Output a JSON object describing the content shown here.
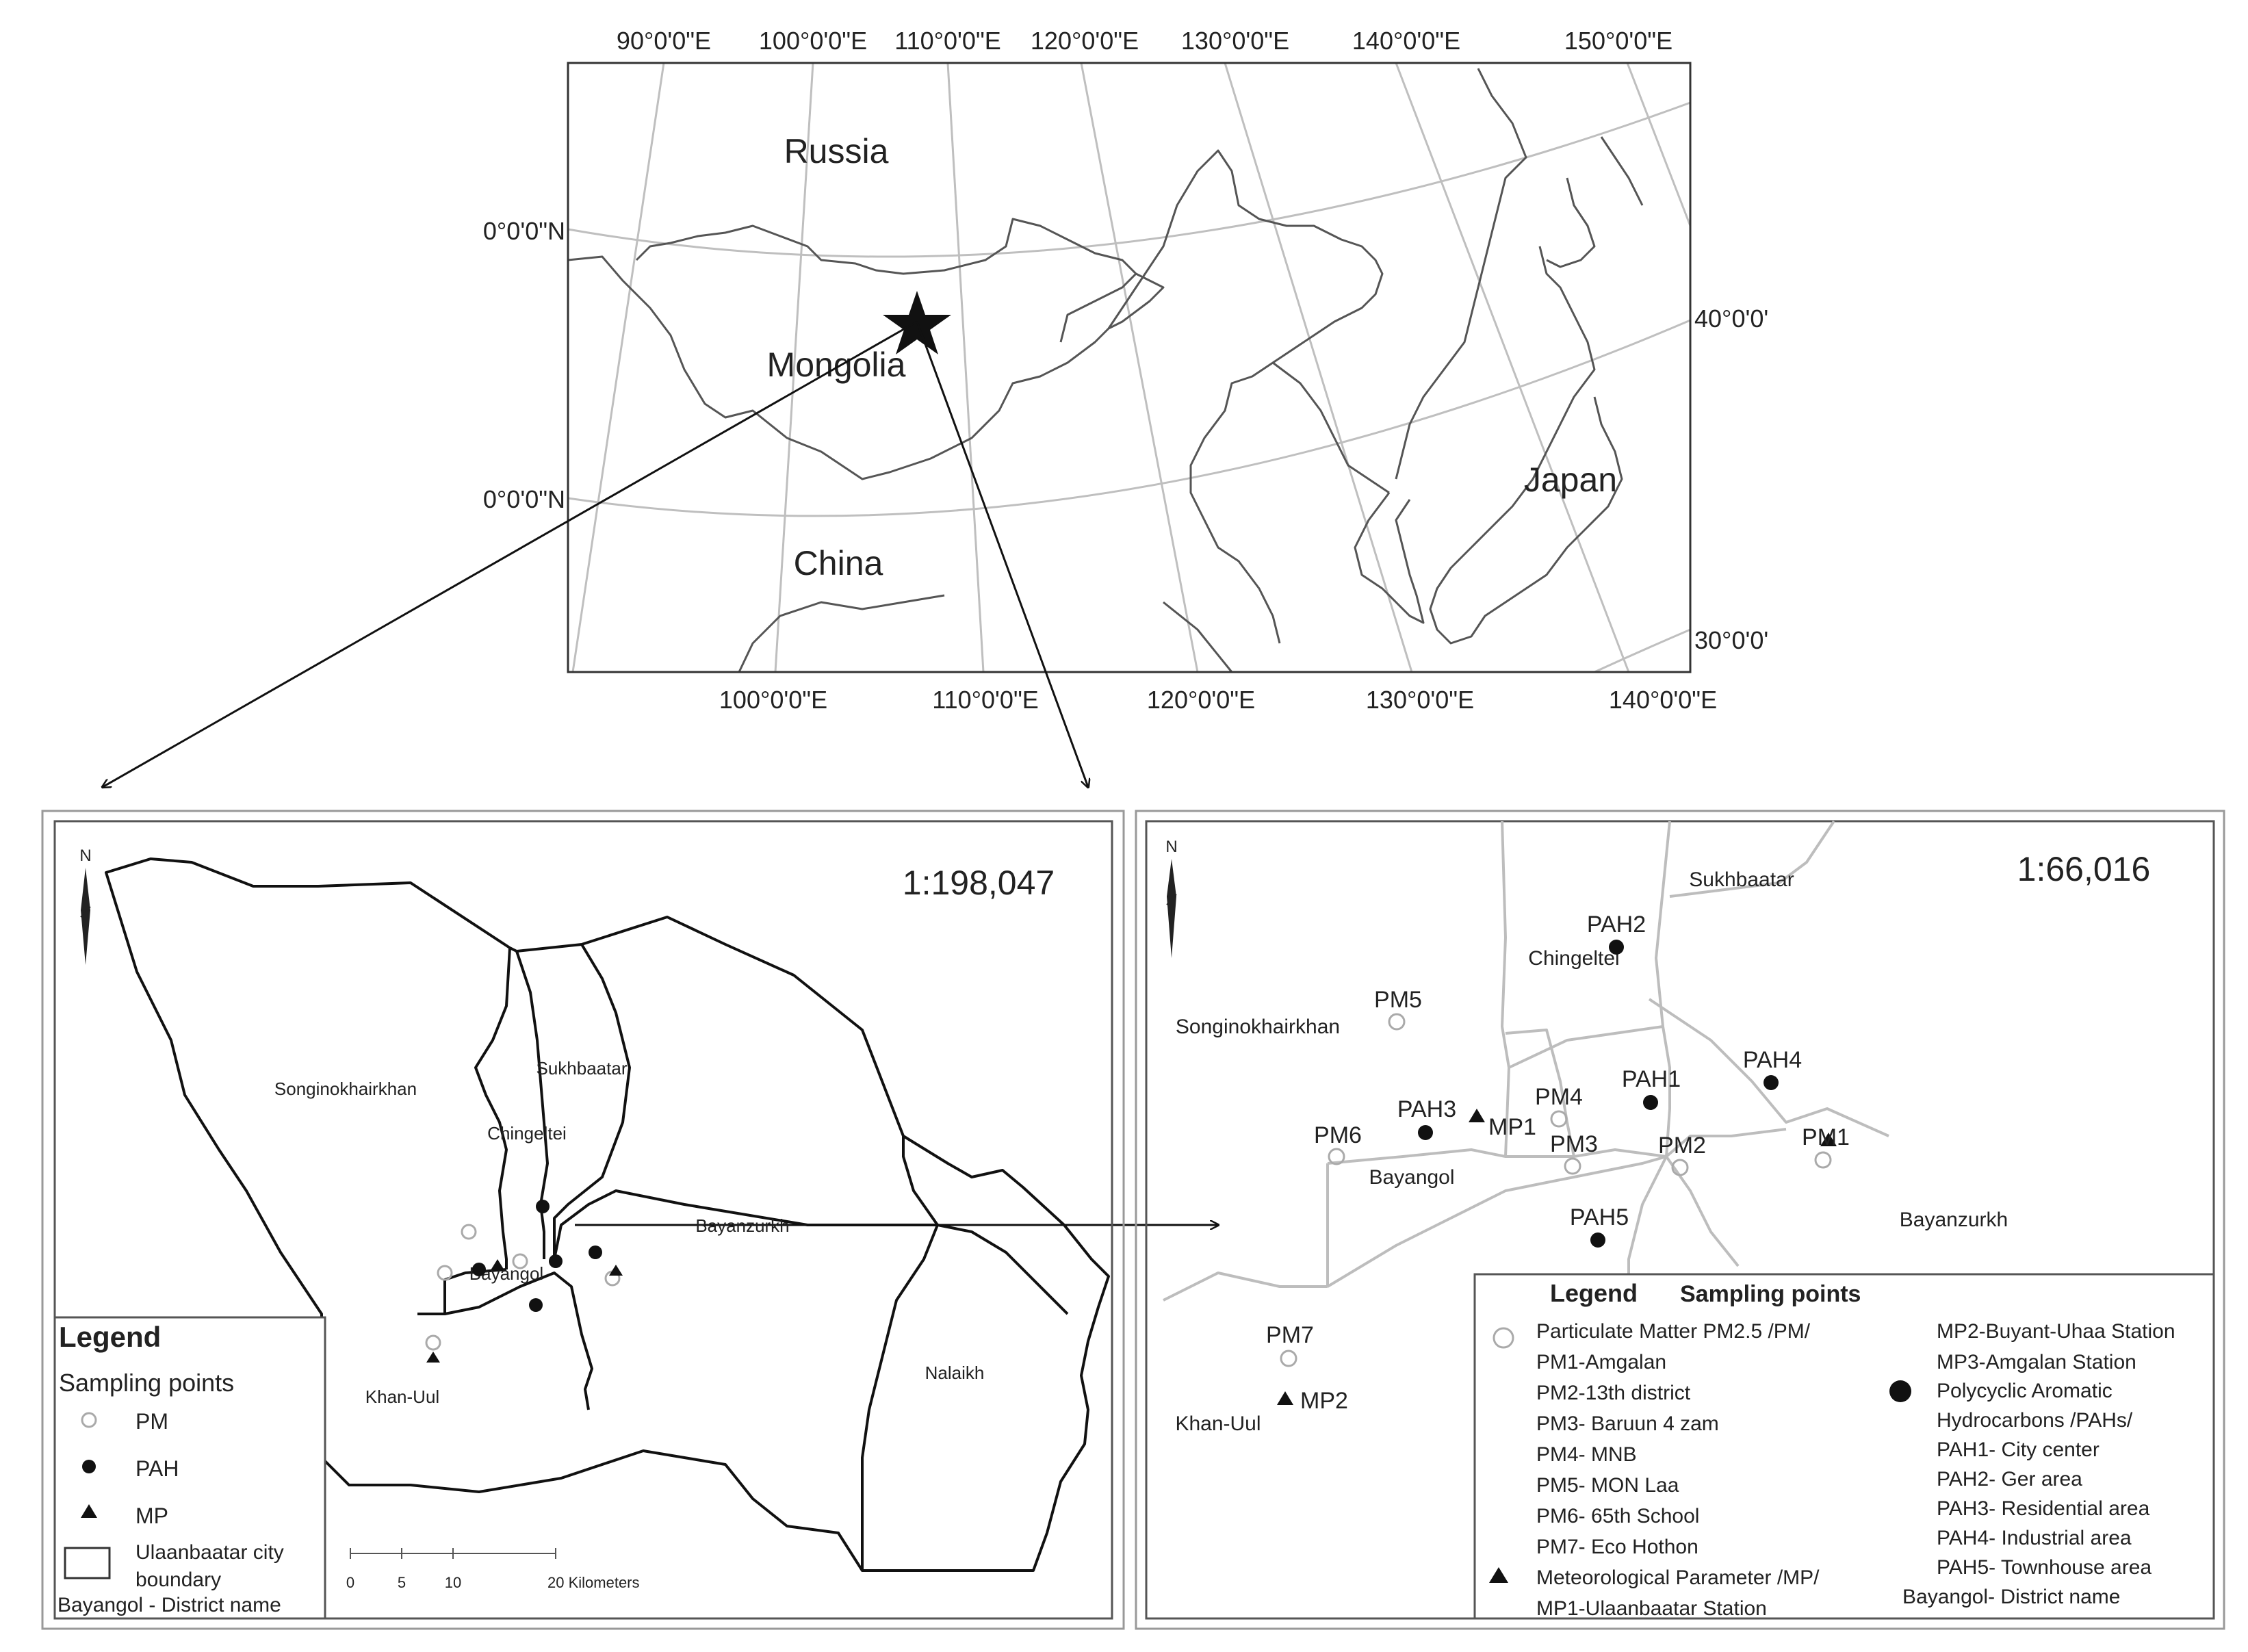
{
  "overview": {
    "top_labels": [
      "90°0'0\"E",
      "100°0'0\"E",
      "110°0'0\"E",
      "120°0'0\"E",
      "130°0'0\"E",
      "140°0'0\"E",
      "150°0'0\"E"
    ],
    "bottom_labels": [
      "100°0'0\"E",
      "110°0'0\"E",
      "120°0'0\"E",
      "130°0'0\"E",
      "140°0'0\"E"
    ],
    "left_labels": [
      "0°0'0\"N",
      "0°0'0\"N"
    ],
    "right_labels": [
      "40°0'0'",
      "30°0'0'"
    ],
    "countries": {
      "russia": "Russia",
      "mongolia": "Mongolia",
      "china": "China",
      "japan": "Japan"
    }
  },
  "left_map": {
    "scale_ratio": "1:198,047",
    "north": "N",
    "districts": {
      "songinokhairkhan": "Songinokhairkhan",
      "sukhbaatar": "Sukhbaatar",
      "chingeltei": "Chingeltei",
      "bayanzurkh": "Bayanzurkh",
      "bayangol": "Bayangol",
      "khan_uul": "Khan-Uul",
      "nalaikh": "Nalaikh"
    },
    "legend": {
      "title": "Legend",
      "subtitle": "Sampling points",
      "pm": "PM",
      "pah": "PAH",
      "mp": "MP",
      "boundary_line1": "Ulaanbaatar city",
      "boundary_line2": "boundary",
      "district_note": "Bayangol - District name"
    },
    "scalebar": {
      "ticks": [
        "0",
        "5",
        "10",
        "20 Kilometers"
      ]
    }
  },
  "right_map": {
    "scale_ratio": "1:66,016",
    "north": "N",
    "districts": {
      "sukhbaatar": "Sukhbaatar",
      "chingeltei": "Chingeltei",
      "songinokhairkhan": "Songinokhairkhan",
      "bayangol": "Bayangol",
      "bayanzurkh": "Bayanzurkh",
      "khan_uul": "Khan-Uul"
    },
    "points": {
      "pah2": "PAH2",
      "pm5": "PM5",
      "pah4": "PAH4",
      "pah1": "PAH1",
      "pah3": "PAH3",
      "mp1": "MP1",
      "pm4": "PM4",
      "pm6": "PM6",
      "pm3": "PM3",
      "pm2": "PM2",
      "pm1": "PM1",
      "pah5": "PAH5",
      "pm7": "PM7",
      "mp2": "MP2"
    },
    "legend": {
      "title": "Legend",
      "subtitle": "Sampling points",
      "pm_title": "Particulate Matter PM2.5 /PM/",
      "pm_items": [
        "PM1-Amgalan",
        "PM2-13th district",
        "PM3- Baruun 4 zam",
        "PM4- MNB",
        "PM5- MON Laa",
        "PM6- 65th School",
        "PM7- Eco Hothon"
      ],
      "mp_title": "Meteorological Parameter /MP/",
      "mp_items": [
        "MP1-Ulaanbaatar Station",
        "MP2-Buyant-Uhaa Station",
        "MP3-Amgalan Station"
      ],
      "pah_title_line1": "Polycyclic Aromatic",
      "pah_title_line2": "Hydrocarbons /PAHs/",
      "pah_items": [
        "PAH1- City center",
        "PAH2- Ger area",
        "PAH3- Residential area",
        "PAH4- Industrial area",
        "PAH5- Townhouse area"
      ],
      "district_note": "Bayangol- District name"
    }
  }
}
